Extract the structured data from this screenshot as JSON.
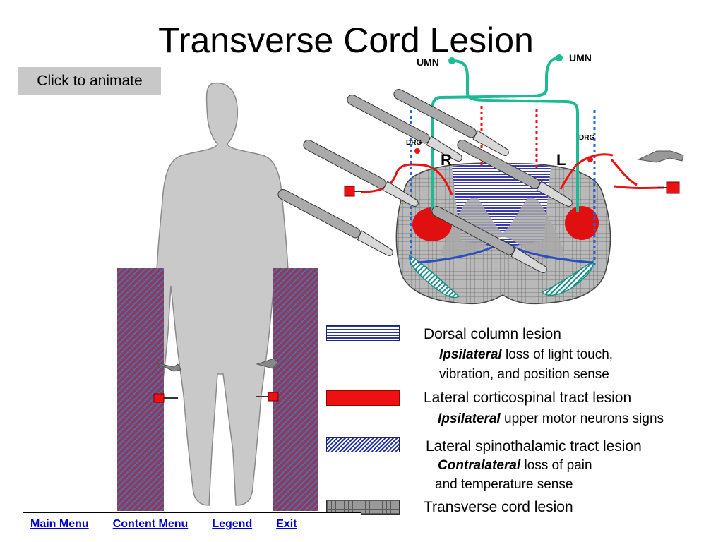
{
  "title": "Transverse Cord Lesion",
  "animate_button": "Click to animate",
  "diagram": {
    "umn_left": "UMN",
    "umn_right": "UMN",
    "drg_left": "DRG",
    "drg_right": "DRG",
    "side_right": "R",
    "side_left": "L"
  },
  "legend": [
    {
      "title": "Dorsal column lesion",
      "emph": "Ipsilateral",
      "rest": " loss of light touch,",
      "line2": "vibration, and position sense"
    },
    {
      "title": "Lateral corticospinal tract lesion",
      "emph": "Ipsilateral",
      "rest": " upper motor neurons signs",
      "line2": ""
    },
    {
      "title": "Lateral spinothalamic tract lesion",
      "emph": "Contralateral",
      "rest": " loss of pain",
      "line2": "and temperature sense"
    },
    {
      "title": "Transverse cord lesion"
    }
  ],
  "nav": {
    "main_menu": "Main Menu",
    "content_menu": "Content Menu",
    "legend": "Legend",
    "exit": "Exit"
  },
  "colors": {
    "umn_tract": "#1dbb94",
    "corticospinal": "#ee1111",
    "dorsal_column": "#2736a6",
    "cord_gray": "#b0b0b0",
    "button_bg": "#c8c8c8",
    "link": "#0000cc"
  }
}
